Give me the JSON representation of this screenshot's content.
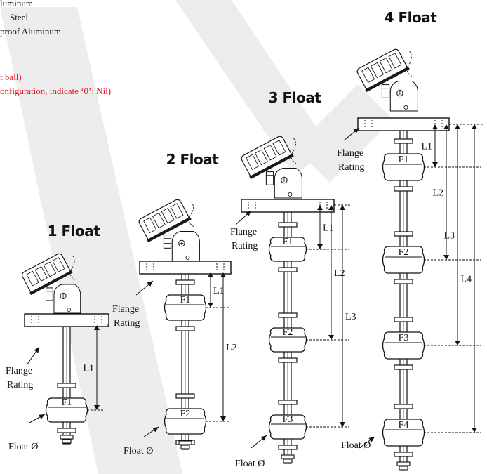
{
  "material_list": {
    "line1": "luminum",
    "line2": "Steel",
    "line3": "proof Aluminum"
  },
  "notes": {
    "line1": "t ball)",
    "line2": "onfiguration, indicate ‘0’: Nil)"
  },
  "diagrams": [
    {
      "title": "1 Float",
      "flange_label": [
        "Flange",
        "Rating"
      ],
      "float_label": "Float Ø",
      "floats": [
        "F1"
      ],
      "dims": [
        "L1"
      ]
    },
    {
      "title": "2 Float",
      "flange_label": [
        "Flange",
        "Rating"
      ],
      "float_label": "Float Ø",
      "floats": [
        "F1",
        "F2"
      ],
      "dims": [
        "L1",
        "L2"
      ]
    },
    {
      "title": "3 Float",
      "flange_label": [
        "Flange",
        "Rating"
      ],
      "float_label": "Float Ø",
      "floats": [
        "F1",
        "F2",
        "F3"
      ],
      "dims": [
        "L1",
        "L2",
        "L3"
      ]
    },
    {
      "title": "4 Float",
      "flange_label": [
        "Flange",
        "Rating"
      ],
      "float_label": "Float Ø",
      "floats": [
        "F1",
        "F2",
        "F3",
        "F4"
      ],
      "dims": [
        "L1",
        "L2",
        "L3",
        "L4"
      ]
    }
  ],
  "colors": {
    "note_red": "#e0141e",
    "ink": "#111111",
    "watermark": "#e6e6e6"
  }
}
